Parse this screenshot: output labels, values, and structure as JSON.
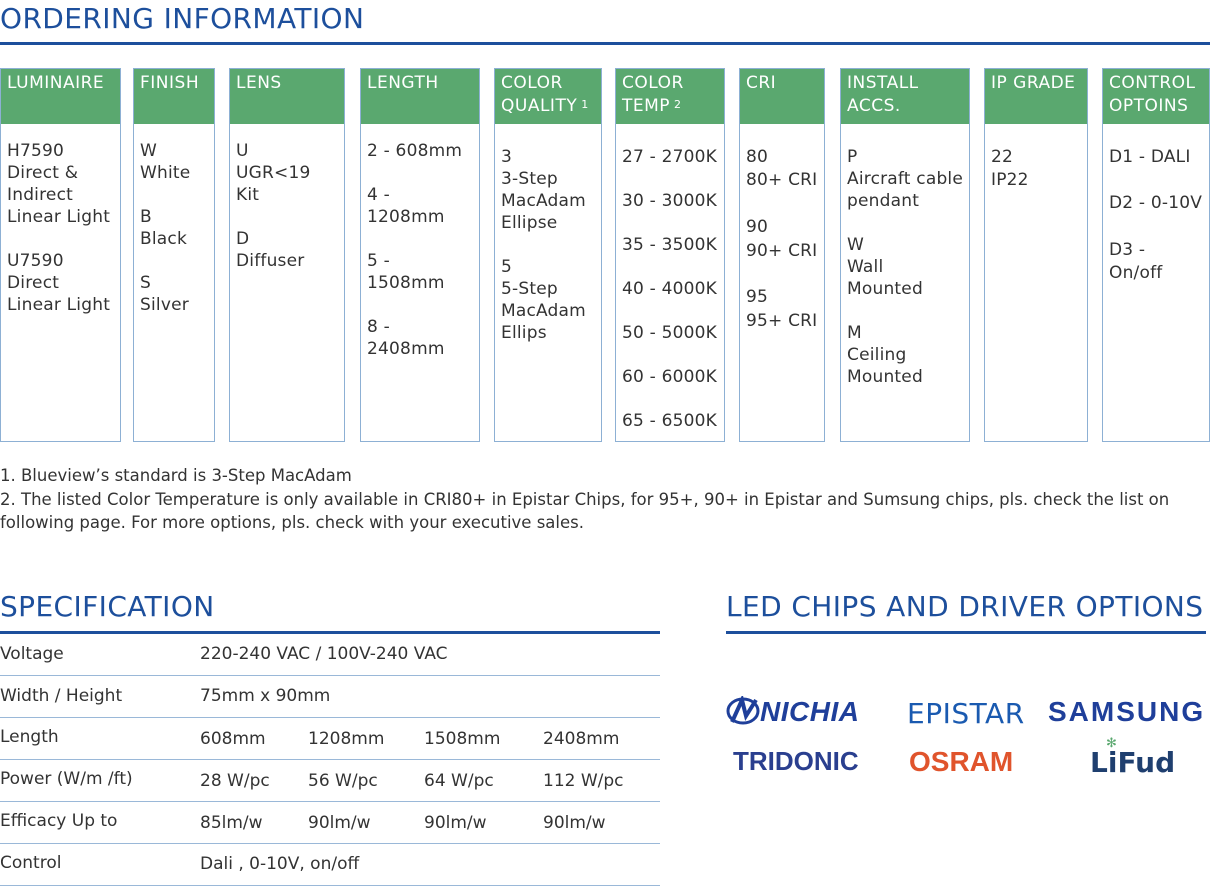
{
  "ordering": {
    "title": "ORDERING INFORMATION",
    "columns": [
      {
        "header": "LUMINAIRE",
        "body": "H7590\nDirect &\nIndirect\nLinear Light\n\nU7590\nDirect\nLinear Light"
      },
      {
        "header": "FINISH",
        "body": "W\nWhite\n\nB\nBlack\n\nS\nSilver"
      },
      {
        "header": "LENS",
        "body": "U\nUGR<19 Kit\n\nD\nDiffuser"
      },
      {
        "header": "LENGTH",
        "body": "2 - 608mm\n\n4 - 1208mm\n\n5 - 1508mm\n\n8 - 2408mm"
      },
      {
        "header": "COLOR\nQUALITY",
        "sup": "1",
        "body": "3\n3-Step\nMacAdam\nEllipse\n\n5\n5-Step\nMacAdam\nEllips"
      },
      {
        "header": "COLOR\nTEMP",
        "sup": "2",
        "body": "27 - 2700K\n\n30 - 3000K\n\n35 - 3500K\n\n40 - 4000K\n\n50 - 5000K\n\n60 - 6000K\n\n65 - 6500K"
      },
      {
        "header": "CRI",
        "body": "80\n80+ CRI\n\n90\n90+ CRI\n\n95\n95+ CRI"
      },
      {
        "header": "INSTALL\nACCS.",
        "body": "P\nAircraft cable\npendant\n\nW\nWall\nMounted\n\nM\nCeiling\nMounted"
      },
      {
        "header": "IP GRADE",
        "body": "22\nIP22"
      },
      {
        "header": "CONTROL\nOPTOINS",
        "body": "D1 - DALI\n\nD2 - 0-10V\n\nD3 - On/off"
      }
    ],
    "notes": [
      "1. Blueview’s standard  is 3-Step MacAdam",
      "2. The listed Color Temperature is only available in CRI80+ in Epistar Chips, for 95+, 90+ in Epistar and Sumsung chips, pls. check the list on following page. For more options, pls. check with your executive sales."
    ]
  },
  "specification": {
    "title": "SPECIFICATION",
    "rows": [
      {
        "label": "Voltage",
        "values": [
          "220-240 VAC / 100V-240 VAC"
        ]
      },
      {
        "label": "Width / Height",
        "values": [
          "75mm x 90mm"
        ]
      },
      {
        "label": "Length",
        "values": [
          "608mm",
          "1208mm",
          "1508mm",
          "2408mm"
        ]
      },
      {
        "label": "Power (W/m /ft)",
        "values": [
          "28 W/pc",
          "56  W/pc",
          "64 W/pc",
          "112  W/pc"
        ]
      },
      {
        "label": "Efficacy Up to",
        "values": [
          "85lm/w",
          "90lm/w",
          "90lm/w",
          "90lm/w"
        ]
      },
      {
        "label": "Control",
        "values": [
          "Dali , 0-10V, on/off"
        ]
      }
    ]
  },
  "chips": {
    "title": "LED CHIPS AND DRIVER OPTIONS",
    "logos": [
      "NICHIA",
      "EPISTAR",
      "SAMSUNG",
      "TRIDONIC",
      "OSRAM",
      "LiFud"
    ]
  }
}
